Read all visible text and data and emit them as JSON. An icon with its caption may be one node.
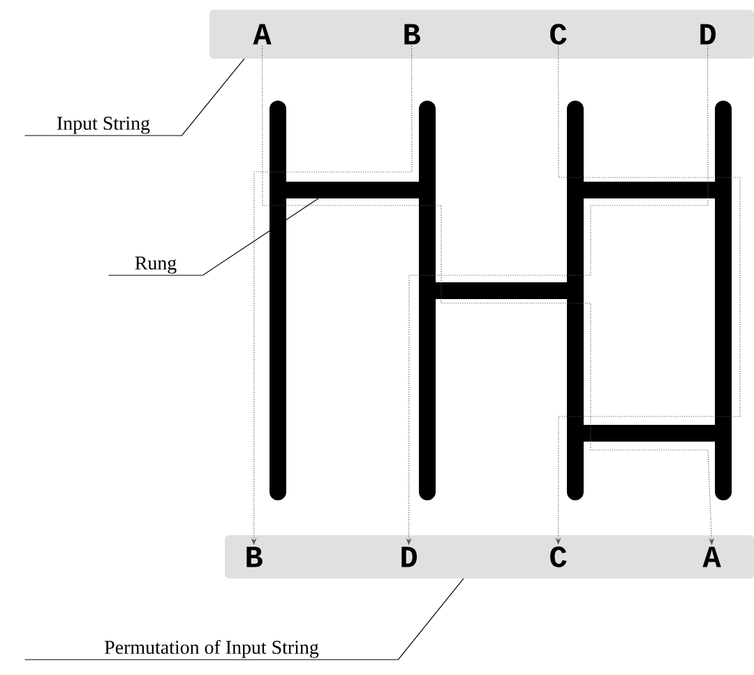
{
  "diagram": {
    "nodes": [
      {
        "text": [],
        "shape": "box"
      },
      {
        "text": [
          "A"
        ],
        "in": 0
      },
      {
        "text": [
          "B"
        ],
        "in": 0
      },
      {
        "text": [
          "C"
        ],
        "in": 0
      },
      {
        "text": [
          "D"
        ],
        "in": 0
      },
      {
        "text": [],
        "shape": "box"
      },
      {
        "text": [
          "B"
        ],
        "in": 5
      },
      {
        "text": [
          "D"
        ],
        "in": 5
      },
      {
        "text": [
          "C"
        ],
        "in": 5
      },
      {
        "text": [
          "A"
        ],
        "in": 5
      },
      {
        "text": [],
        "shape": "bar"
      },
      {
        "text": [],
        "shape": "bar"
      },
      {
        "text": [],
        "shape": "bar"
      },
      {
        "text": [],
        "shape": "bar"
      },
      {
        "text": [
          "Input String"
        ]
      },
      {
        "text": [
          "Rung"
        ]
      },
      {
        "text": [
          "Permutation of Input String"
        ]
      }
    ],
    "edges": [
      {
        "from": 1,
        "to": 9,
        "arrow": "to",
        "style": "dashed"
      },
      {
        "from": 2,
        "to": 6,
        "arrow": "to",
        "style": "dashed"
      },
      {
        "from": 3,
        "to": 8,
        "arrow": "to",
        "style": "dashed"
      },
      {
        "from": 4,
        "to": 7,
        "arrow": "to",
        "style": "dashed"
      },
      {
        "from": 14,
        "to": 0,
        "arrow": "none"
      },
      {
        "from": 15,
        "to": 10,
        "arrow": "none"
      },
      {
        "from": 16,
        "to": 5,
        "arrow": "none"
      }
    ]
  }
}
